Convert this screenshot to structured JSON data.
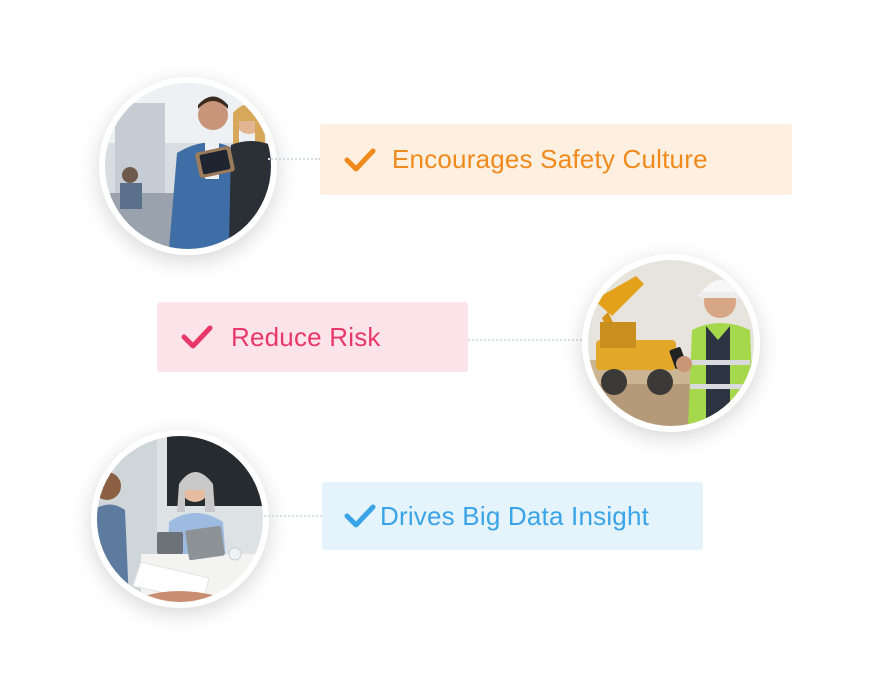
{
  "benefits": [
    {
      "label": "Encourages Safety Culture",
      "text_color": "#f08a1c",
      "bg_color": "#fdf0e1",
      "check_color": "#f08a1c",
      "icon": "check-icon",
      "photo": "office-team-tablet-photo"
    },
    {
      "label": "Reduce Risk",
      "text_color": "#e8386b",
      "bg_color": "#fde3ea",
      "check_color": "#e8386b",
      "icon": "check-icon",
      "photo": "construction-worker-phone-photo"
    },
    {
      "label": "Drives Big Data Insight",
      "text_color": "#3aa4e8",
      "bg_color": "#e5f3fd",
      "check_color": "#3aa4e8",
      "icon": "check-icon",
      "photo": "meeting-laptop-photo"
    }
  ]
}
